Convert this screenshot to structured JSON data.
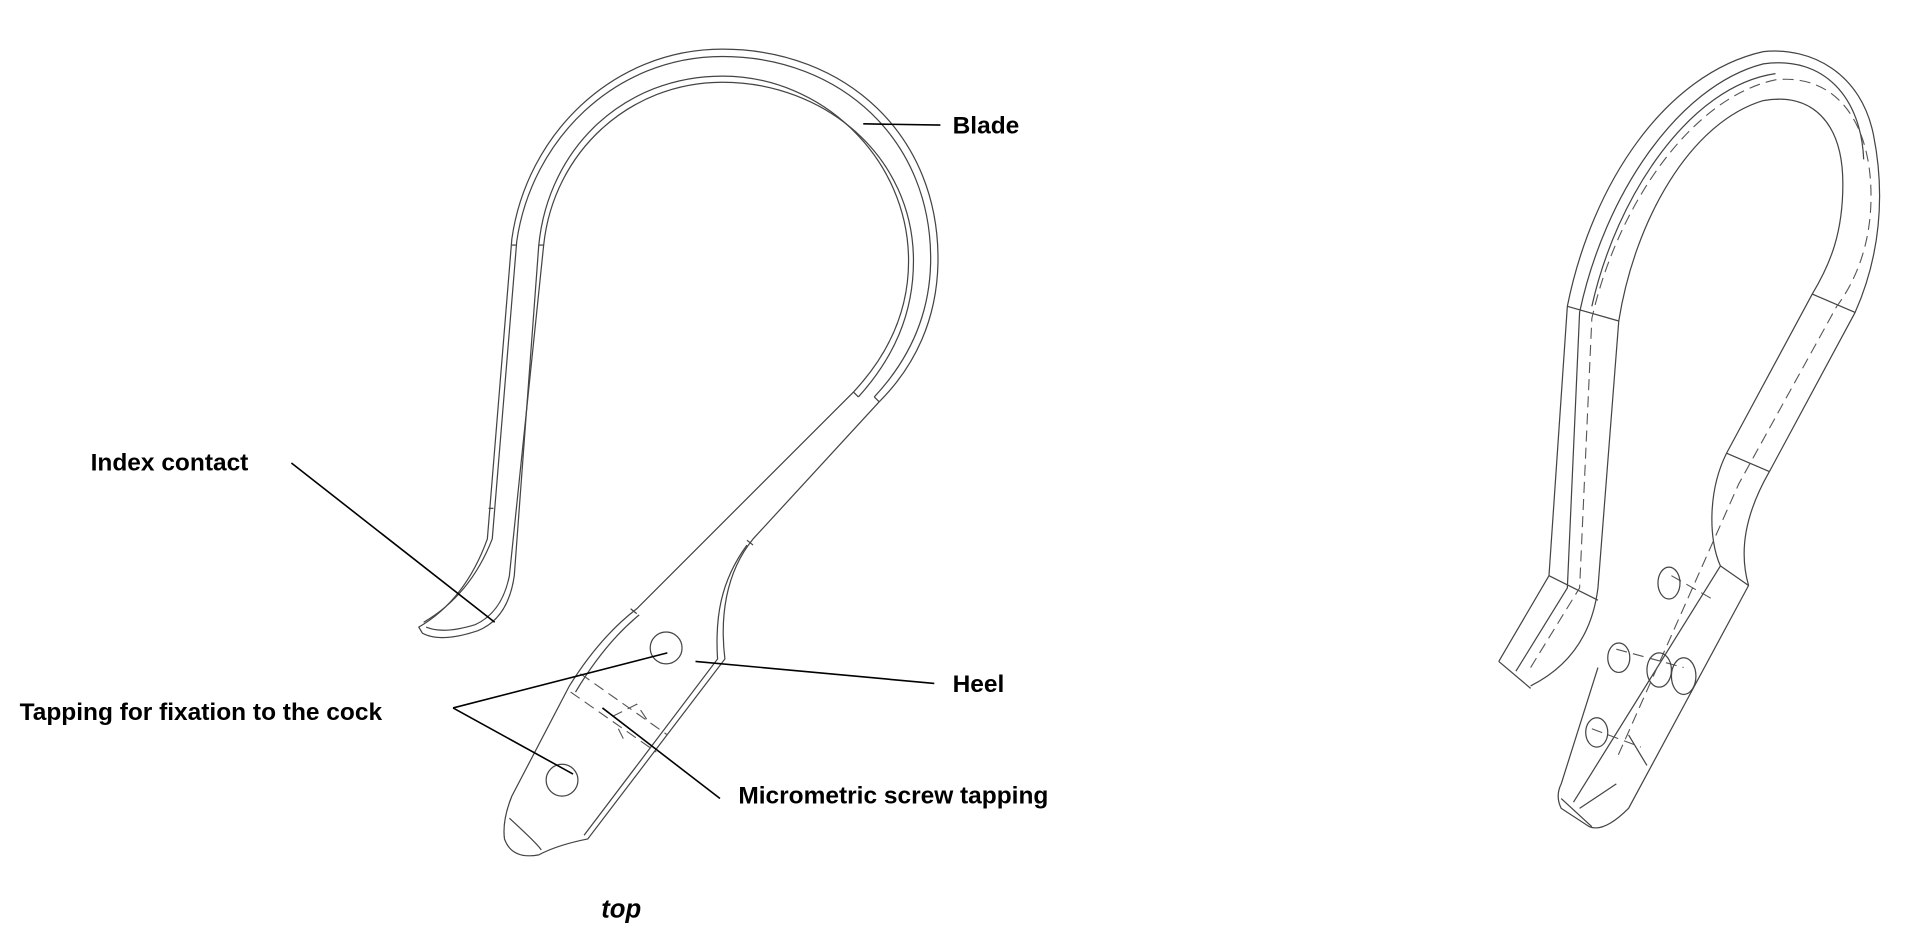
{
  "labels": {
    "blade": "Blade",
    "index_contact": "Index contact",
    "heel": "Heel",
    "tapping": "Tapping for fixation to the cock",
    "micrometric": "Micrometric screw tapping"
  },
  "caption": "top"
}
